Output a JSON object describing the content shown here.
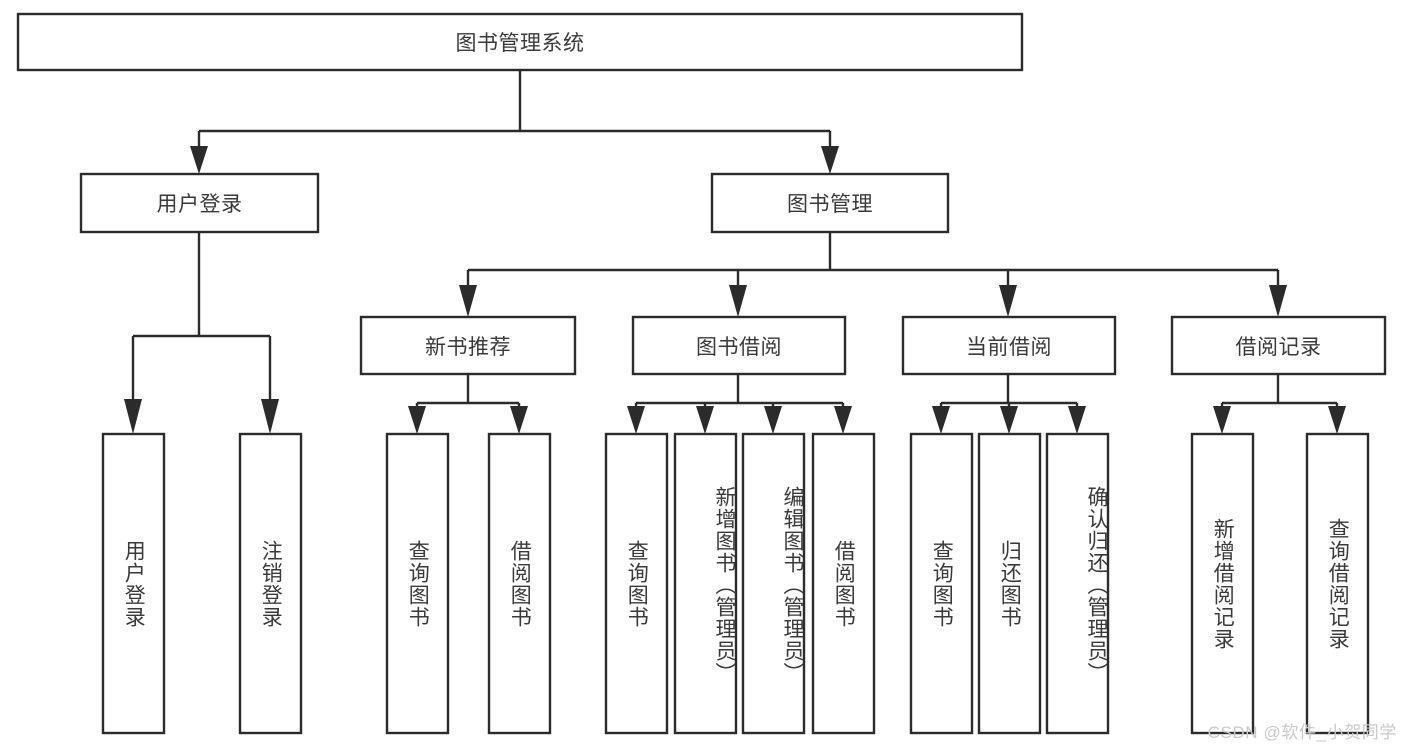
{
  "diagram": {
    "type": "tree-hierarchy",
    "title": "图书管理系统",
    "watermark": "CSDN @软件_小贺同学",
    "colors": {
      "background": "#ffffff",
      "box_fill": "#ffffff",
      "box_stroke": "#2b2b2b",
      "text": "#3a3a3a",
      "watermark": "#c9c9c9"
    },
    "levels": [
      {
        "level": 0,
        "nodes": [
          {
            "id": "root",
            "label": "图书管理系统",
            "orientation": "horizontal"
          }
        ]
      },
      {
        "level": 1,
        "nodes": [
          {
            "id": "login",
            "label": "用户登录",
            "orientation": "horizontal",
            "parent": "root"
          },
          {
            "id": "bookmgmt",
            "label": "图书管理",
            "orientation": "horizontal",
            "parent": "root"
          }
        ]
      },
      {
        "level": 2,
        "nodes": [
          {
            "id": "newbook",
            "label": "新书推荐",
            "orientation": "horizontal",
            "parent": "bookmgmt"
          },
          {
            "id": "borrow",
            "label": "图书借阅",
            "orientation": "horizontal",
            "parent": "bookmgmt"
          },
          {
            "id": "current",
            "label": "当前借阅",
            "orientation": "horizontal",
            "parent": "bookmgmt"
          },
          {
            "id": "records",
            "label": "借阅记录",
            "orientation": "horizontal",
            "parent": "bookmgmt"
          }
        ]
      },
      {
        "level": 3,
        "nodes": [
          {
            "id": "leaf-user-login",
            "label": "用户登录",
            "orientation": "vertical",
            "parent": "login"
          },
          {
            "id": "leaf-user-logout",
            "label": "注销登录",
            "orientation": "vertical",
            "parent": "login"
          },
          {
            "id": "leaf-query-book-1",
            "label": "查询图书",
            "orientation": "vertical",
            "parent": "newbook"
          },
          {
            "id": "leaf-borrow-book-1",
            "label": "借阅图书",
            "orientation": "vertical",
            "parent": "newbook"
          },
          {
            "id": "leaf-query-book-2",
            "label": "查询图书",
            "orientation": "vertical",
            "parent": "borrow"
          },
          {
            "id": "leaf-add-book",
            "label": "新增图书（管理员）",
            "orientation": "vertical",
            "parent": "borrow"
          },
          {
            "id": "leaf-edit-book",
            "label": "编辑图书（管理员）",
            "orientation": "vertical",
            "parent": "borrow"
          },
          {
            "id": "leaf-borrow-book-2",
            "label": "借阅图书",
            "orientation": "vertical",
            "parent": "borrow"
          },
          {
            "id": "leaf-query-book-3",
            "label": "查询图书",
            "orientation": "vertical",
            "parent": "current"
          },
          {
            "id": "leaf-return-book",
            "label": "归还图书",
            "orientation": "vertical",
            "parent": "current"
          },
          {
            "id": "leaf-confirm-return",
            "label": "确认归还（管理员）",
            "orientation": "vertical",
            "parent": "current"
          },
          {
            "id": "leaf-add-record",
            "label": "新增借阅记录",
            "orientation": "vertical",
            "parent": "records"
          },
          {
            "id": "leaf-query-record",
            "label": "查询借阅记录",
            "orientation": "vertical",
            "parent": "records"
          }
        ]
      }
    ]
  }
}
